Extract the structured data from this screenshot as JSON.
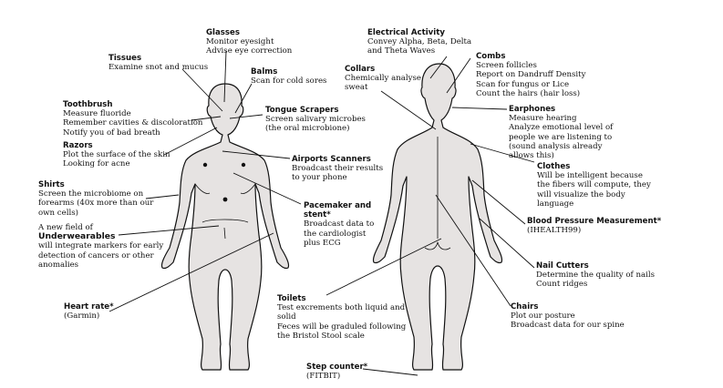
{
  "colors": {
    "body_fill": "#e6e3e2",
    "outline": "#111111",
    "leader": "#111111",
    "text": "#111111"
  },
  "labels": {
    "glasses": {
      "title": "Glasses",
      "lines": [
        "Monitor eyesight",
        "Advise eye correction"
      ]
    },
    "tissues": {
      "title": "Tissues",
      "lines": [
        "Examine snot and mucus"
      ]
    },
    "balms": {
      "title": "Balms",
      "lines": [
        "Scan for cold sores"
      ]
    },
    "toothbrush": {
      "title": "Toothbrush",
      "lines": [
        "Measure fluoride",
        "Remember cavities & discoloration",
        "Notify you of bad breath"
      ]
    },
    "tongue": {
      "title": "Tongue Scrapers",
      "lines": [
        "Screen salivary microbes",
        "(the oral microbione)"
      ]
    },
    "razors": {
      "title": "Razors",
      "lines": [
        "Plot the surface of the skin",
        "Looking for acne"
      ]
    },
    "airports": {
      "title": "Airports Scanners",
      "lines": [
        "Broadcast their results",
        "to your phone"
      ]
    },
    "shirts": {
      "title": "Shirts",
      "lines": [
        "Screen the microbiome on",
        "forearms (40x more than our",
        "own cells)"
      ]
    },
    "pacemaker": {
      "title": "Pacemaker and",
      "title2": "stent*",
      "lines": [
        "Broadcast data to",
        "the cardiologist",
        "plus ECG"
      ]
    },
    "underwear": {
      "pre": "A new field of",
      "title": "Underwearables",
      "lines": [
        "will integrate markers for early",
        "detection of cancers or other",
        "anomalies"
      ]
    },
    "heartrate": {
      "title": "Heart rate*",
      "lines": [
        "(Garmin)"
      ]
    },
    "toilets": {
      "title": "Toilets",
      "lines": [
        "Test excrements both liquid and",
        "solid",
        "Feces will be graduled following",
        "the Bristol Stool scale"
      ]
    },
    "step": {
      "title": "Step counter*",
      "lines": [
        "(FITBIT)"
      ]
    },
    "electrical": {
      "title": "Electrical Activity",
      "lines": [
        "Convey Alpha, Beta, Delta",
        "and Theta Waves"
      ]
    },
    "collars": {
      "title": "Collars",
      "lines": [
        "Chemically analyse",
        "sweat"
      ]
    },
    "combs": {
      "title": "Combs",
      "lines": [
        "Screen follicles",
        "Report on Dandruff Density",
        "Scan for fungus or Lice",
        "Count the hairs (hair loss)"
      ]
    },
    "earphones": {
      "title": "Earphones",
      "lines": [
        "Measure hearing",
        "Analyze emotional level of",
        "people we are listening to",
        "(sound analysis already",
        "allows this)"
      ]
    },
    "clothes": {
      "title": "Clothes",
      "lines": [
        "Will be intelligent because",
        "the fibers will compute, they",
        "will visualize the body",
        "language"
      ]
    },
    "bp": {
      "title": "Blood Pressure Measurement*",
      "lines": [
        "(IHEALTH99)"
      ]
    },
    "nails": {
      "title": "Nail Cutters",
      "lines": [
        "Determine the quality of nails",
        "Count ridges"
      ]
    },
    "chairs": {
      "title": "Chairs",
      "lines": [
        "Plot our posture",
        "Broadcast data for our spine"
      ]
    }
  }
}
